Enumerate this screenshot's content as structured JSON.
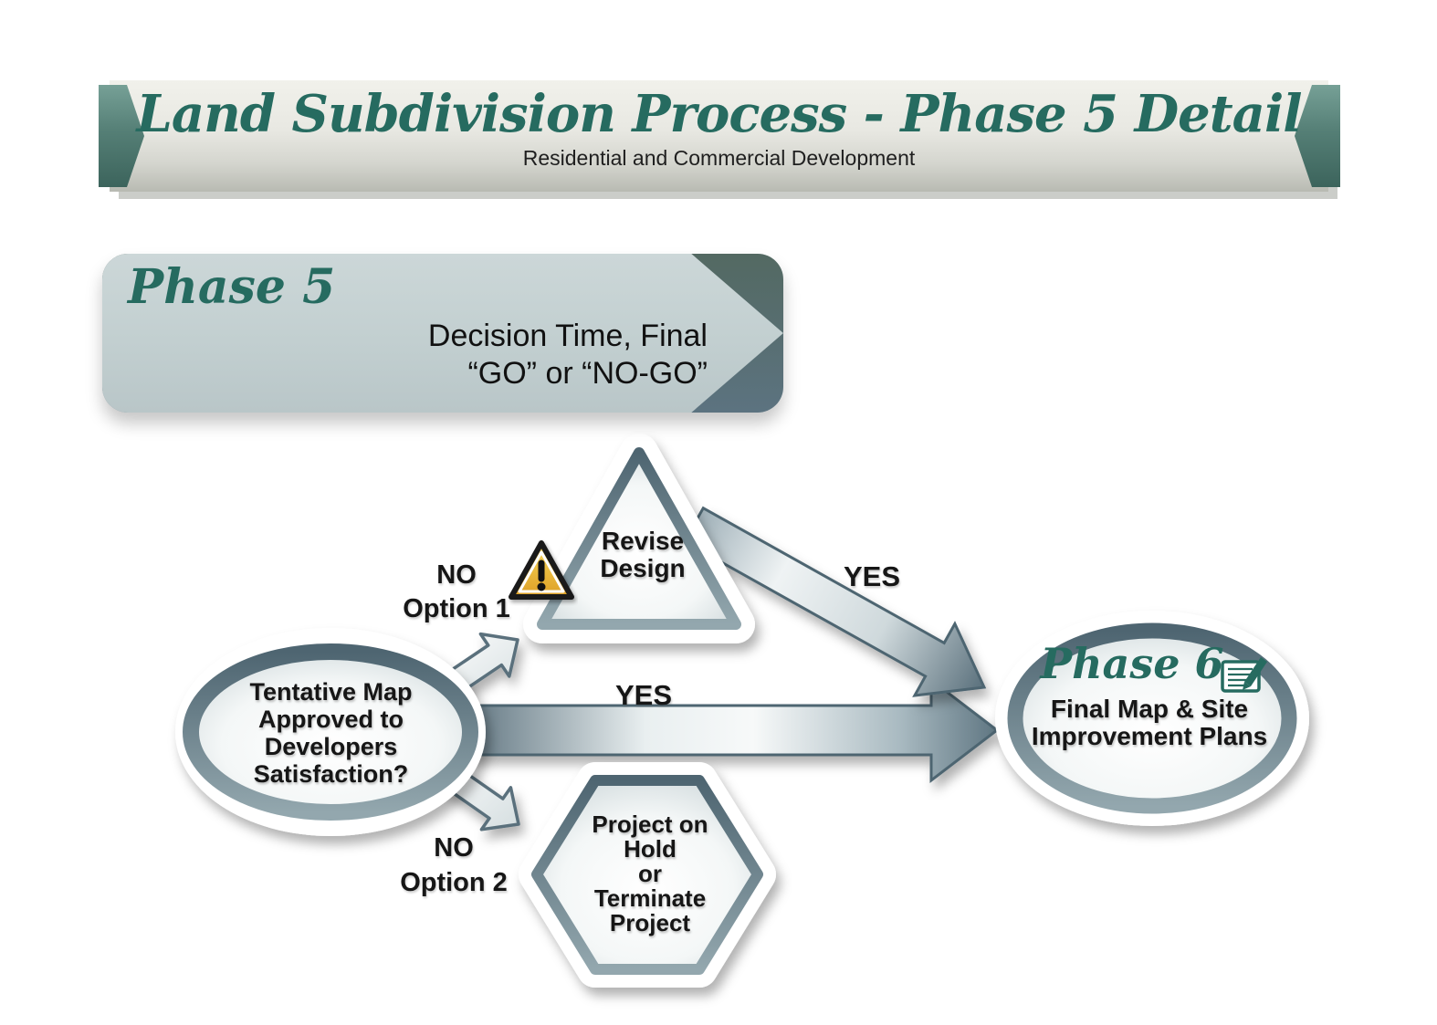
{
  "header": {
    "title": "Land Subdivision Process - Phase 5 Detail",
    "subtitle": "Residential and Commercial Development"
  },
  "phase5": {
    "label": "Phase 5",
    "description": "Decision Time, Final\n“GO” or “NO-GO”"
  },
  "nodes": {
    "decision": {
      "text": "Tentative Map\nApproved to\nDevelopers\nSatisfaction?"
    },
    "revise": {
      "text": "Revise\nDesign"
    },
    "hold": {
      "text": "Project on\nHold\nor\nTerminate\nProject"
    },
    "phase6": {
      "label": "Phase 6",
      "text": "Final Map & Site\nImprovement Plans"
    }
  },
  "labels": {
    "no_option1": "NO\nOption 1",
    "no_option2": "NO\nOption 2",
    "yes_top": "YES",
    "yes_mid": "YES"
  },
  "icons": {
    "warning": "warning-icon",
    "phase6_doc": "document-pen-icon"
  },
  "colors": {
    "accent_teal": "#266b60",
    "slate": "#5c7380",
    "box_fill": "#c2cfd0",
    "warning_yellow": "#f2c53f"
  }
}
